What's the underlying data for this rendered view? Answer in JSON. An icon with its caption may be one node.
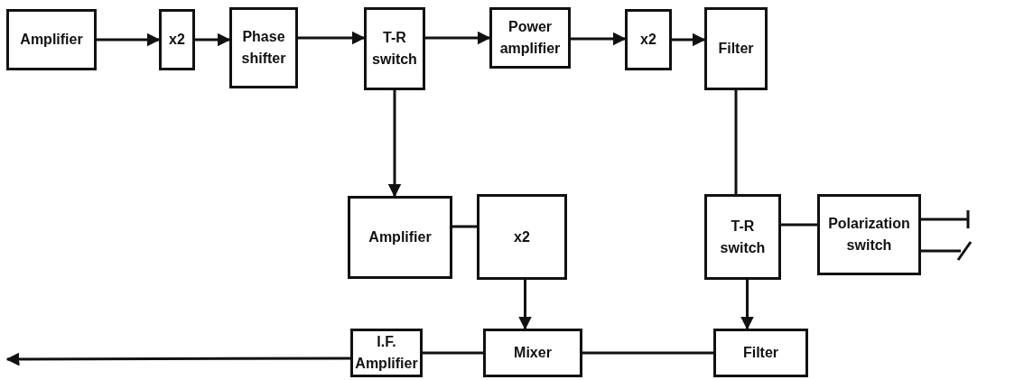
{
  "diagram": {
    "nodes": [
      {
        "text": [
          "Amplifier"
        ]
      },
      {
        "text": [
          "x2"
        ]
      },
      {
        "text": [
          "Phase shifter"
        ]
      },
      {
        "text": [
          "T-R switch"
        ]
      },
      {
        "text": [
          "Power amplifier"
        ]
      },
      {
        "text": [
          "x2"
        ]
      },
      {
        "text": [
          "Filter"
        ]
      },
      {
        "text": [
          "Amplifier"
        ]
      },
      {
        "text": [
          "x2"
        ]
      },
      {
        "text": [
          "T-R switch"
        ]
      },
      {
        "text": [
          "Polarization switch"
        ]
      },
      {
        "text": [
          "I.F. Amplifier"
        ]
      },
      {
        "text": [
          "Mixer"
        ]
      },
      {
        "text": [
          "Filter"
        ]
      }
    ],
    "edges": [
      {
        "from": 0,
        "to": 1,
        "arrow": "to"
      },
      {
        "from": 1,
        "to": 2,
        "arrow": "to"
      },
      {
        "from": 2,
        "to": 3,
        "arrow": "to"
      },
      {
        "from": 3,
        "to": 4,
        "arrow": "to"
      },
      {
        "from": 4,
        "to": 5,
        "arrow": "to"
      },
      {
        "from": 5,
        "to": 6,
        "arrow": "to"
      },
      {
        "from": 3,
        "to": 7,
        "arrow": "to"
      },
      {
        "from": 7,
        "to": 8,
        "arrow": "none"
      },
      {
        "from": 6,
        "to": 9,
        "arrow": "none"
      },
      {
        "from": 9,
        "to": 10,
        "arrow": "none"
      },
      {
        "from": 9,
        "to": 13,
        "arrow": "to"
      },
      {
        "from": 8,
        "to": 12,
        "arrow": "to"
      },
      {
        "from": 13,
        "to": 12,
        "arrow": "none"
      },
      {
        "from": 12,
        "to": 11,
        "arrow": "none"
      },
      {
        "from": 11,
        "to": null,
        "arrow": "to"
      }
    ]
  }
}
